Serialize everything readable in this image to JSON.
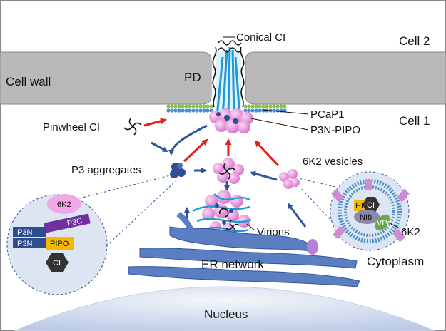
{
  "labels": {
    "conical_ci": "Conical CI",
    "cell2": "Cell 2",
    "cell_wall": "Cell wall",
    "pd": "PD",
    "cell1": "Cell 1",
    "pcap1": "PCaP1",
    "p3n_pipo": "P3N-PIPO",
    "pinwheel_ci": "Pinwheel CI",
    "p3_aggregates": "P3 aggregates",
    "sixk2_vesicles": "6K2 vesicles",
    "virions": "Virions",
    "er_network": "ER network",
    "cytoplasm": "Cytoplasm",
    "nucleus": "Nucleus",
    "sixk2_right": "6K2"
  },
  "left_inset": {
    "sixk2": "6K2",
    "p3c": "P3C",
    "p3n_top": "P3N",
    "p3n_bottom": "P3N",
    "pipo": "PIPO",
    "ci": "CI"
  },
  "right_inset": {
    "hf": "HF",
    "ci": "CI",
    "nlb": "NIb",
    "vpg": "VPg"
  },
  "colors": {
    "cell_wall": "#b9b9b9",
    "arrow_blue": "#2f5597",
    "arrow_red": "#e0201b",
    "pink": "#f2a7e8",
    "inset_bg": "#dde5f2",
    "er": "#5b7ec2",
    "nucleus": "#dfe8f5",
    "p3n": "#2e4d8f",
    "p3c": "#7030a0",
    "pipo": "#f5b800",
    "ci": "#333333",
    "membrane_green": "#8cc63f",
    "membrane_blue": "#4a90c8"
  }
}
